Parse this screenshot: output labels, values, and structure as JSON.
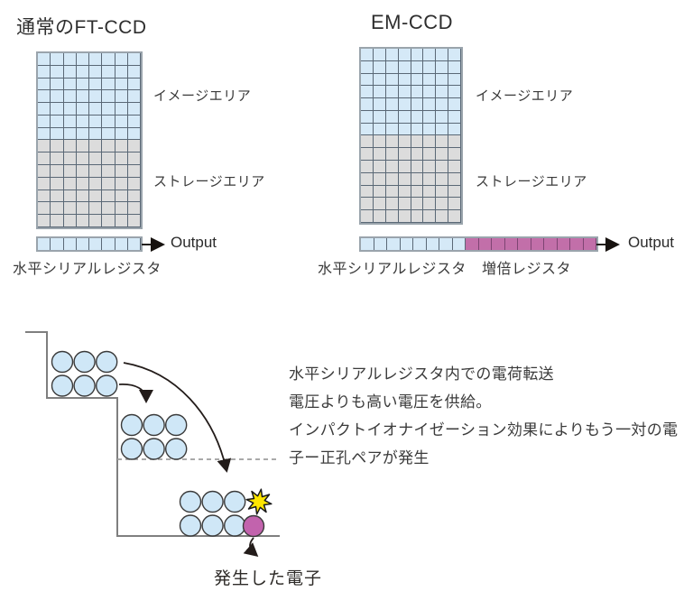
{
  "figure_title": "FT-CCD vs EM-CCD structure comparison",
  "colors": {
    "cell_blue": "#d5e9f7",
    "cell_gray": "#dcdcdc",
    "cell_purple": "#c26fa9",
    "grid_line": "#5a6876",
    "grid_border": "#9aa4ac",
    "electron_blue": "#cfe7f7",
    "electron_purple": "#c263ad",
    "star_yellow": "#ffe600",
    "potential_line_gray": "#7f7f7f",
    "arrow_black": "#231c1a",
    "text": "#333333"
  },
  "panels": [
    {
      "title": "通常のFT-CCD",
      "image_area_label": "イメージエリア",
      "storage_area_label": "ストレージエリア",
      "register_label": "水平シリアルレジスタ",
      "output_label": "Output",
      "grid": {
        "columns": 8,
        "image_rows": 7,
        "storage_rows": 7
      },
      "register": {
        "serial_cells": 8,
        "gain_cells": 0
      }
    },
    {
      "title": "EM-CCD",
      "image_area_label": "イメージエリア",
      "storage_area_label": "ストレージエリア",
      "register_label": "水平シリアルレジスタ",
      "gain_register_label": "増倍レジスタ",
      "output_label": "Output",
      "grid": {
        "columns": 8,
        "image_rows": 7,
        "storage_rows": 7
      },
      "register": {
        "serial_cells": 8,
        "gain_cells": 10
      }
    }
  ],
  "diagram": {
    "explanation_lines": [
      "水平シリアルレジスタ内での電荷転送",
      "電圧よりも高い電圧を供給。",
      "インパクトイオナイゼーション効果によりもう一対の電",
      "子ー正孔ペアが発生"
    ],
    "generated_electron_label": "発生した電子",
    "electron_groups": [
      {
        "rows": 2,
        "cols": 3
      },
      {
        "rows": 2,
        "cols": 3
      },
      {
        "rows": 2,
        "cols": 3
      }
    ],
    "generated_electron_count": 1,
    "impact_star_count": 1
  }
}
